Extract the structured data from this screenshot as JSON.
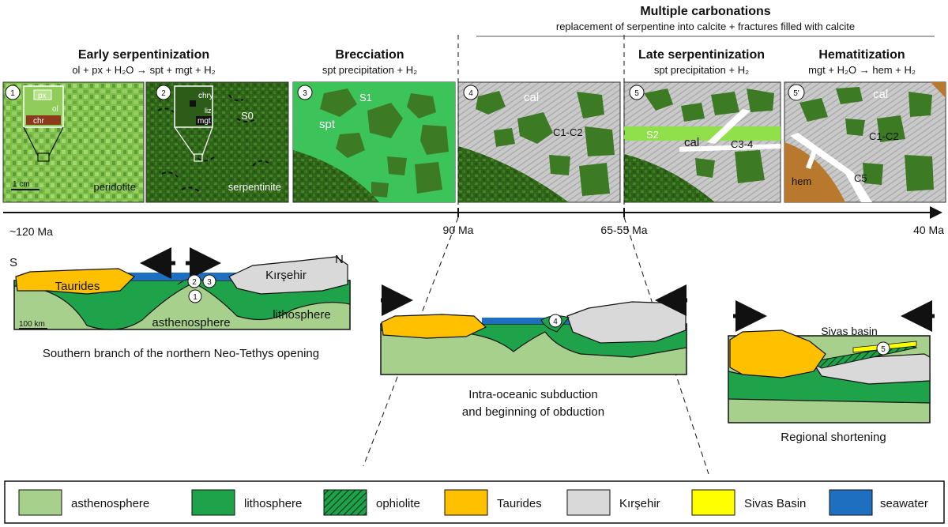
{
  "header": {
    "multiple_carbonations_title": "Multiple carbonations",
    "multiple_carbonations_subtitle": "replacement of serpentine into calcite + fractures filled with calcite"
  },
  "stages": {
    "early": {
      "title": "Early serpentinization",
      "reaction": "ol + px + H₂O → spt + mgt + H₂"
    },
    "brecciation": {
      "title": "Brecciation",
      "reaction": "spt precipitation + H₂"
    },
    "late": {
      "title": "Late serpentinization",
      "reaction": "spt precipitation + H₂"
    },
    "hematitization": {
      "title": "Hematitization",
      "reaction": "mgt + H₂O → hem + H₂"
    }
  },
  "panels": {
    "p1": {
      "badge": "1",
      "label": "peridotite",
      "scale": "1 cm",
      "px": "px",
      "ol": "ol",
      "chr": "chr"
    },
    "p2": {
      "badge": "2",
      "label": "serpentinite",
      "s0": "S0",
      "chry": "chry",
      "liz": "liz",
      "mgt": "mgt"
    },
    "p3": {
      "badge": "3",
      "s1": "S1",
      "spt": "spt"
    },
    "p4": {
      "badge": "4",
      "cal": "cal",
      "c1c2": "C1-C2"
    },
    "p5": {
      "badge": "5",
      "s2": "S2",
      "cal": "cal",
      "c34": "C3-4"
    },
    "p5b": {
      "badge": "5'",
      "cal": "cal",
      "c1c2": "C1-C2",
      "hem": "hem",
      "c5": "C5"
    }
  },
  "timeline": {
    "ticks": [
      "~120 Ma",
      "90 Ma",
      "65-55 Ma",
      "40 Ma"
    ]
  },
  "sections": {
    "s1": {
      "south": "S",
      "north": "N",
      "taurides": "Taurides",
      "kirsehir": "Kırşehir",
      "asthenosphere": "asthenosphere",
      "lithosphere": "lithosphere",
      "scale": "100 km",
      "markers": [
        "2",
        "3",
        "1"
      ],
      "caption": "Southern branch of the northern Neo-Tethys opening"
    },
    "s2": {
      "marker": "4",
      "caption_line1": "Intra-oceanic subduction",
      "caption_line2": "and beginning of obduction"
    },
    "s3": {
      "label": "Sivas basin",
      "marker": "5",
      "caption": "Regional shortening"
    }
  },
  "legend": [
    {
      "label": "asthenosphere",
      "color": "#a8d08d"
    },
    {
      "label": "lithosphere",
      "color": "#1fa34a"
    },
    {
      "label": "ophiolite",
      "color": "#1fa34a"
    },
    {
      "label": "Taurides",
      "color": "#ffc000"
    },
    {
      "label": "Kırşehir",
      "color": "#d9d9d9"
    },
    {
      "label": "Sivas Basin",
      "color": "#ffff00"
    },
    {
      "label": "seawater",
      "color": "#1f6fc0"
    }
  ],
  "colors": {
    "asthenosphere": "#a8d08d",
    "lithosphere": "#1fa34a",
    "taurides": "#ffc000",
    "kirsehir": "#d9d9d9",
    "sivas": "#ffff00",
    "seawater": "#1f6fc0",
    "serpentine_bright": "#3cc35a",
    "hematite": "#b8782e"
  }
}
